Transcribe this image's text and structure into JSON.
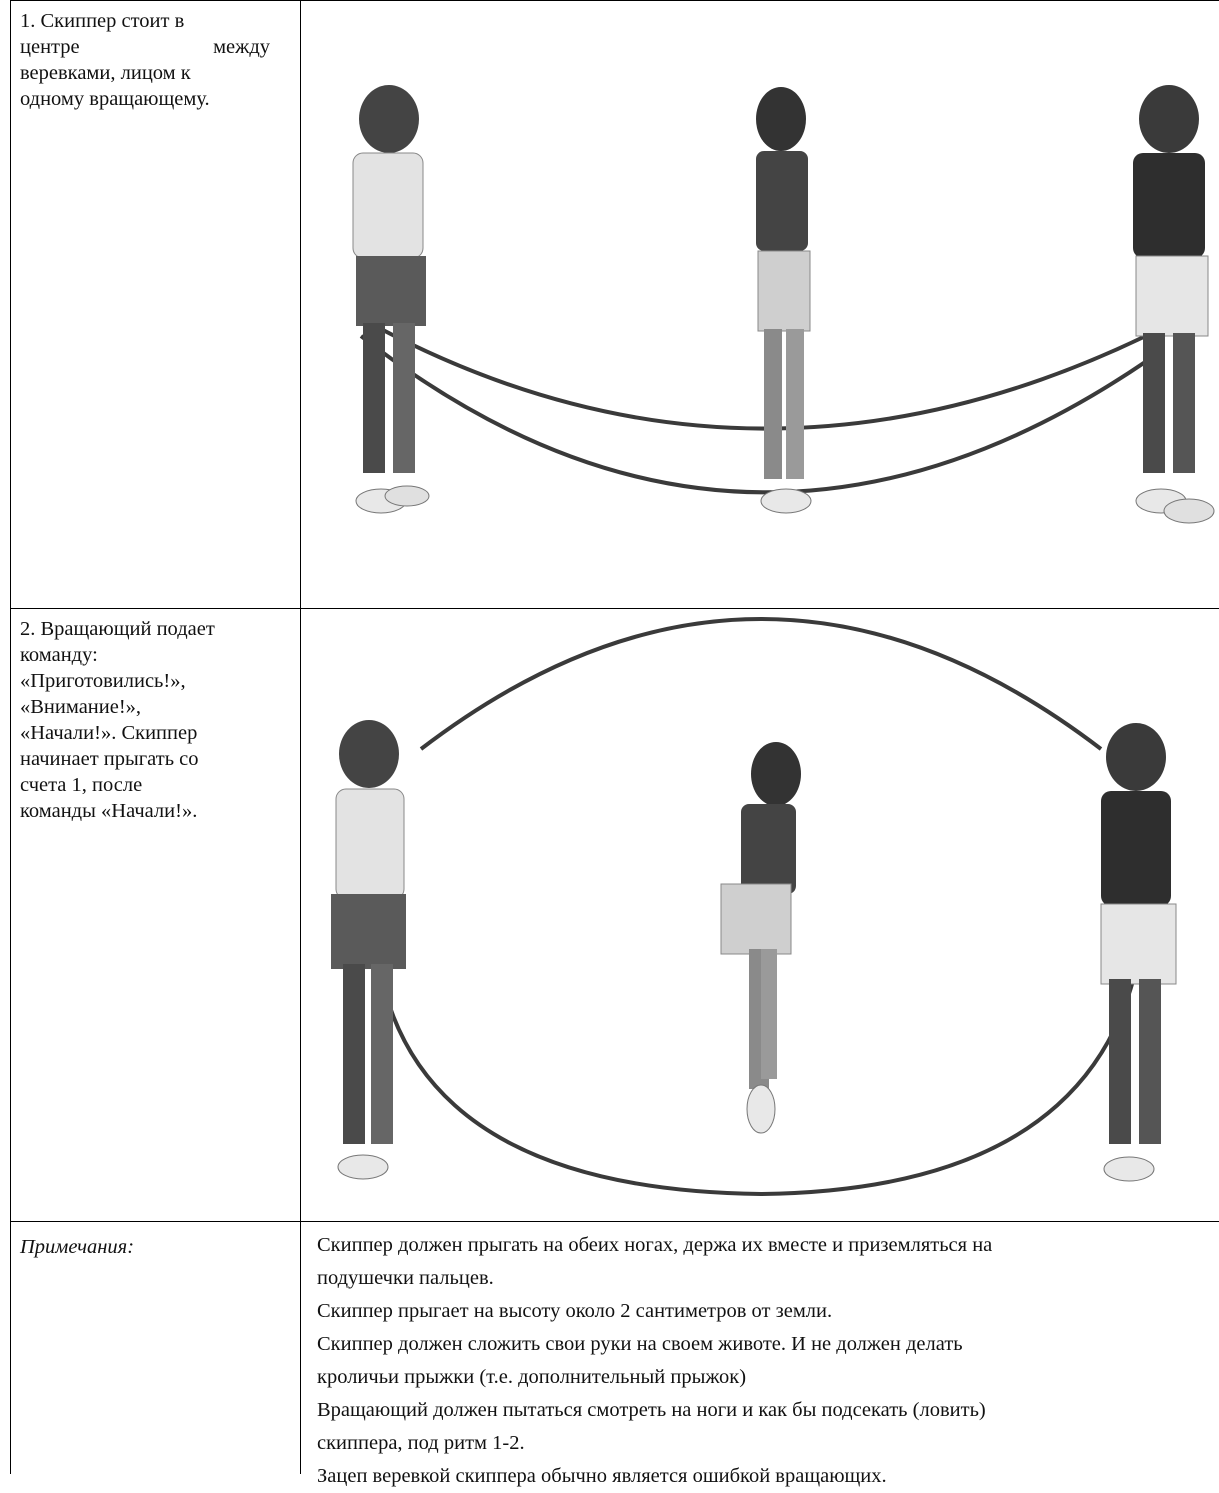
{
  "steps": [
    {
      "text_lines": [
        "1. Скиппер стоит в",
        "центре между",
        "веревками, лицом к",
        "одному вращающему."
      ]
    },
    {
      "text_lines": [
        "2. Вращающий подает",
        "команду:",
        "«Приготовились!»,",
        "«Внимание!»,",
        "«Начали!». Скиппер",
        "начинает прыгать со",
        "счета 1, после",
        "команды «Начали!»."
      ]
    }
  ],
  "notes": {
    "label": "Примечания:",
    "lines": [
      "Скиппер должен прыгать на обеих ногах, держа их вместе и приземляться на",
      "подушечки пальцев.",
      "Скиппер прыгает на высоту около 2 сантиметров от земли.",
      "Скиппер должен сложить свои руки на своем животе. И не должен делать",
      "кроличьи прыжки (т.е. дополнительный прыжок)",
      "Вращающий должен  пытаться смотреть на ноги и как бы подсекать (ловить)",
      "скиппера, под ритм 1-2.",
      "Зацеп веревкой скиппера обычно является ошибкой вращающих."
    ]
  },
  "colors": {
    "rope": "#3a3a3a",
    "dark_figure": "#4a4a4a",
    "mid_figure": "#7a7a7a",
    "light_figure": "#d8d8d8"
  }
}
